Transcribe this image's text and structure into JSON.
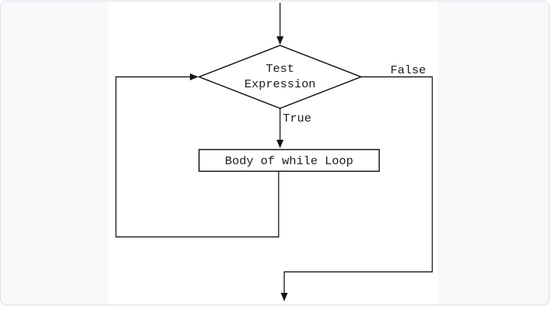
{
  "theme": {
    "page_background": "#ffffff",
    "card_background": "#f7f8fa",
    "card_border": "#d9dbe3",
    "canvas_background": "#ffffff",
    "line_color": "#141414",
    "text_color": "#1c1c1c"
  },
  "diagram": {
    "type": "flowchart",
    "decision": {
      "line1": "Test",
      "line2": "Expression"
    },
    "process": {
      "label": "Body of while Loop"
    },
    "branches": {
      "true_label": "True",
      "false_label": "False"
    }
  }
}
